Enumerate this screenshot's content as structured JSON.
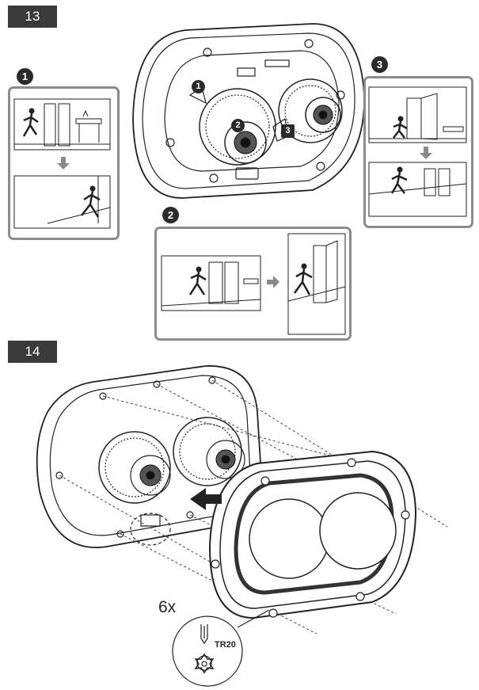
{
  "steps": {
    "step13": "13",
    "step14": "14"
  },
  "callouts": {
    "c1": "1",
    "c2": "2",
    "c3": "3"
  },
  "camera_labels": {
    "l1": "1",
    "l2": "2",
    "l3": "3"
  },
  "screw": {
    "count": "6x",
    "bit": "TR20"
  },
  "colors": {
    "tag": "#3a3a3a",
    "panel_border": "#8c8c8c",
    "arrow": "#8a8a8a",
    "line": "#222222"
  }
}
